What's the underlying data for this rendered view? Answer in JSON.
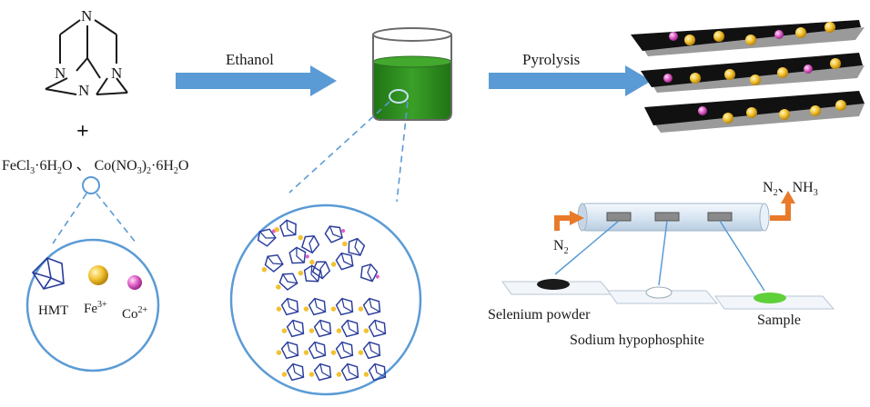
{
  "hmt_atoms": {
    "n_top": "N",
    "n_left": "N",
    "n_right": "N",
    "n_bottom": "N"
  },
  "plus_sign": "+",
  "reagents": {
    "fe_main": "FeCl",
    "fe_sub": "3",
    "fe_hydrate": "·6H",
    "fe_h2o_sub": "2",
    "fe_o": "O",
    "separator": "、",
    "co_main": "Co(NO",
    "co_sub": "3",
    "co_paren": ")",
    "co_sub2": "2",
    "co_hydrate": "·6H",
    "co_h2o_sub": "2",
    "co_o": "O"
  },
  "step1_label": "Ethanol",
  "step2_label": "Pyrolysis",
  "legend": {
    "hmt": "HMT",
    "fe": "Fe",
    "fe_charge": "3+",
    "co": "Co",
    "co_charge": "2+"
  },
  "furnace": {
    "out_gas_a": "N",
    "out_gas_a_sub": "2",
    "out_sep": "、",
    "out_gas_b": "NH",
    "out_gas_b_sub": "3",
    "in_gas": "N",
    "in_gas_sub": "2",
    "boats": [
      "Selenium powder",
      "Sodium hypophosphite",
      "Sample"
    ]
  },
  "colors": {
    "arrow_fill": "#5b9bd5",
    "beaker_liquid": "#2e8b1f",
    "circle_outline": "#5b9bd5",
    "fe_sphere": "#f2c232",
    "co_sphere": "#e060c8",
    "sheet": "#1a1a1a",
    "gas_arrow": "#e87a2a"
  }
}
